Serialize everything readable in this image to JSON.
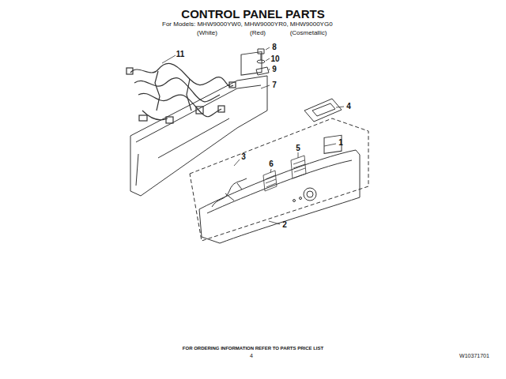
{
  "diagram": {
    "title": "CONTROL PANEL PARTS",
    "labels": [
      "For Models: MHW9000YW0, MHW9000YR0, MHW9000YG0",
      "(White)",
      "(Red)",
      "(Cosmetallic)",
      "11",
      "8",
      "10",
      "9",
      "7",
      "4",
      "1",
      "5",
      "6",
      "3",
      "2",
      "FOR ORDERING INFORMATION REFER TO PARTS PRICE LIST",
      "4",
      "W10371701"
    ]
  }
}
